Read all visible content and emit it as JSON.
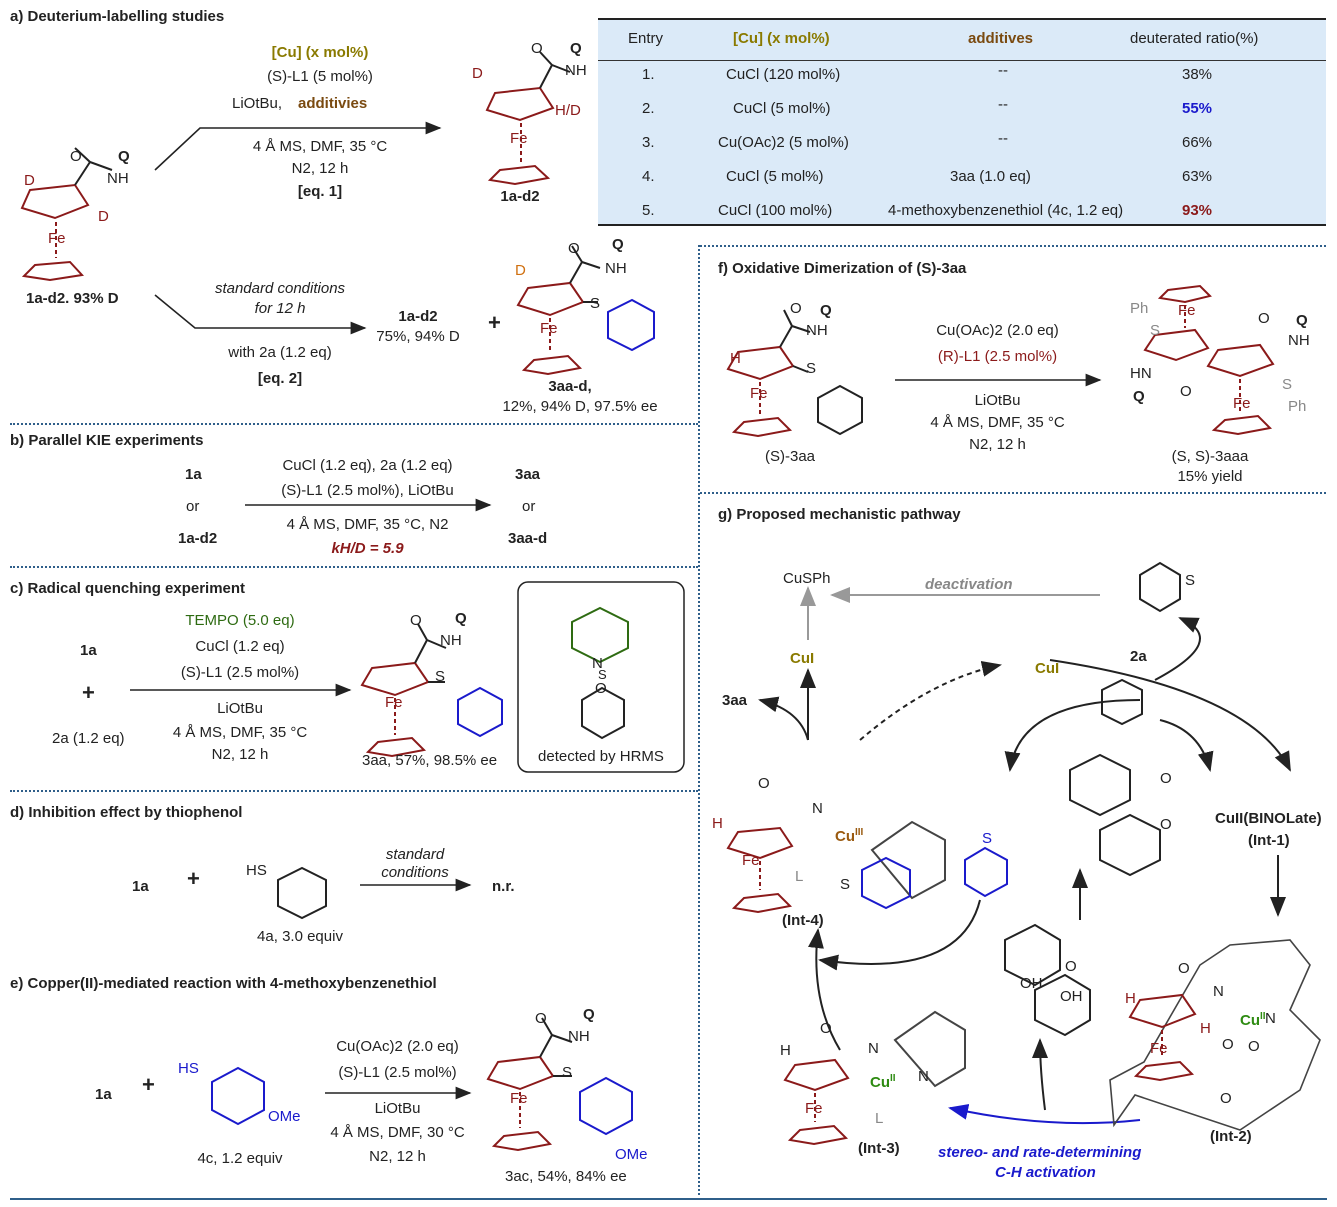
{
  "sections": {
    "a": "a) Deuterium-labelling studies",
    "b": "b) Parallel KIE experiments",
    "c": "c) Radical quenching experiment",
    "d": "d) Inhibition effect by thiophenol",
    "e": "e) Copper(II)-mediated reaction with 4-methoxybenzenethiol",
    "f": "f) Oxidative Dimerization of (S)-3aa",
    "g": "g) Proposed mechanistic pathway"
  },
  "eq1": {
    "cu": "[Cu] (x mol%)",
    "ligand": "(S)-L1 (5 mol%)",
    "base": "LiOtBu,",
    "additives": "additivies",
    "cond1": "4 Å MS, DMF, 35 °C",
    "cond2": "N2, 12 h",
    "label": "[eq. 1]",
    "product": "1a-d2",
    "hd": "H/D",
    "sm_label": "1a-d2. 93% D"
  },
  "eq2": {
    "cond1": "standard conditions",
    "cond2": "for 12 h",
    "with": "with 2a (1.2 eq)",
    "label": "[eq. 2]",
    "prod1": "1a-d2",
    "prod1_yield": "75%, 94% D",
    "plus": "+",
    "prod2": "3aa-d,",
    "prod2_yield": "12%, 94% D, 97.5% ee"
  },
  "table": {
    "headers": [
      "Entry",
      "[Cu] (x mol%)",
      "additives",
      "deuterated ratio(%)"
    ],
    "rows": [
      [
        "1.",
        "CuCl (120 mol%)",
        "--",
        "38%"
      ],
      [
        "2.",
        "CuCl (5 mol%)",
        "--",
        "55%"
      ],
      [
        "3.",
        "Cu(OAc)2 (5 mol%)",
        "--",
        "66%"
      ],
      [
        "4.",
        "CuCl (5 mol%)",
        "3aa (1.0 eq)",
        "63%"
      ],
      [
        "5.",
        "CuCl (100 mol%)",
        "4-methoxybenzenethiol (4c, 1.2 eq)",
        "93%"
      ]
    ]
  },
  "kie": {
    "sm1": "1a",
    "or1": "or",
    "sm2": "1a-d2",
    "cond1": "CuCl (1.2 eq), 2a (1.2 eq)",
    "cond2": "(S)-L1 (2.5 mol%), LiOtBu",
    "cond3": "4 Å MS, DMF, 35 °C, N2",
    "kie": "kH/D = 5.9",
    "p1": "3aa",
    "or2": "or",
    "p2": "3aa-d"
  },
  "radical": {
    "sm1": "1a",
    "plus": "+",
    "sm2": "2a (1.2 eq)",
    "tempo": "TEMPO (5.0 eq)",
    "cond1": "CuCl (1.2 eq)",
    "cond2": "(S)-L1 (2.5 mol%)",
    "cond3": "LiOtBu",
    "cond4": "4 Å MS, DMF, 35 °C",
    "cond5": "N2, 12 h",
    "product": "3aa, 57%, 98.5% ee",
    "detected": "detected by HRMS"
  },
  "inhibition": {
    "sm": "1a",
    "plus": "+",
    "reagent": "4a, 3.0 equiv",
    "cond1": "standard",
    "cond2": "conditions",
    "result": "n.r."
  },
  "cuII": {
    "sm": "1a",
    "plus": "+",
    "reagent": "4c, 1.2 equiv",
    "cond1": "Cu(OAc)2 (2.0 eq)",
    "cond2": "(S)-L1 (2.5 mol%)",
    "cond3": "LiOtBu",
    "cond4": "4 Å MS, DMF, 30 °C",
    "cond5": "N2, 12 h",
    "product": "3ac, 54%, 84% ee"
  },
  "dimer": {
    "sm": "(S)-3aa",
    "cond1": "Cu(OAc)2 (2.0 eq)",
    "cond2": "(R)-L1 (2.5 mol%)",
    "cond3": "LiOtBu",
    "cond4": "4 Å MS, DMF, 35 °C",
    "cond5": "N2, 12 h",
    "product": "(S, S)-3aaa",
    "yield": "15% yield"
  },
  "mech": {
    "cusph": "CuSPh",
    "deactivation": "deactivation",
    "cu_top": "CuI",
    "cu_left": "CuI",
    "aa": "3aa",
    "two_a": "2a",
    "int1a": "CuII(BINOLate)",
    "int1": "(Int-1)",
    "int2": "(Int-2)",
    "int3": "(Int-3)",
    "int4": "(Int-4)",
    "ch1": "stereo- and rate-determining",
    "ch2": "C-H activation"
  },
  "atoms": {
    "Q": "Q",
    "NH": "NH",
    "O": "O",
    "D": "D",
    "H": "H",
    "S": "S",
    "Fe": "Fe",
    "L": "L",
    "N": "N",
    "OH": "OH",
    "OMe": "OMe",
    "Ph": "Ph",
    "HN": "HN",
    "HS": "HS"
  },
  "colors": {
    "fe_red": "#8b1a1a",
    "blue": "#1a1acc",
    "olive": "#8a7a00",
    "green": "#2e6b12",
    "table_bg": "#dbeaf8",
    "separator": "#2f5f8a"
  }
}
